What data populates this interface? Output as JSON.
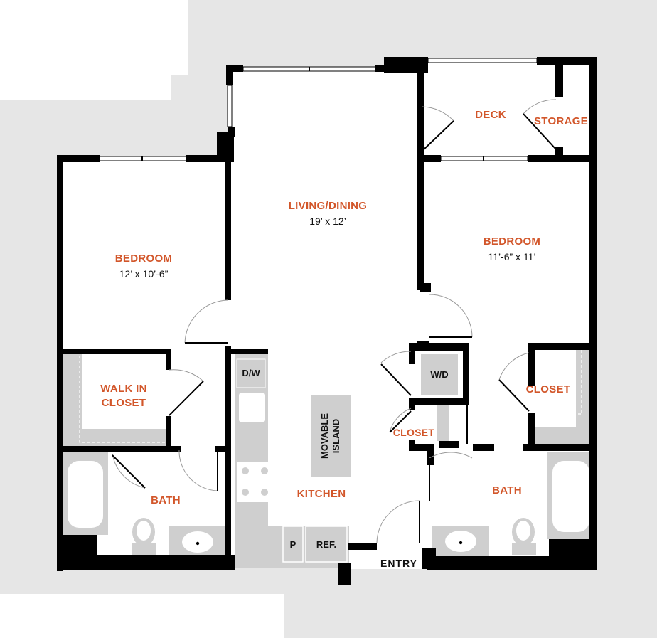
{
  "rooms": {
    "living": {
      "name": "LIVING/DINING",
      "size": "19’ x 12’"
    },
    "bedroom_left": {
      "name": "BEDROOM",
      "size": "12’ x 10’-6”"
    },
    "bedroom_right": {
      "name": "BEDROOM",
      "size": "11’-6” x 11’"
    },
    "deck": {
      "name": "DECK"
    },
    "storage": {
      "name": "STORAGE"
    },
    "walk_in_closet": {
      "line1": "WALK IN",
      "line2": "CLOSET"
    },
    "bath_left": {
      "name": "BATH"
    },
    "bath_right": {
      "name": "BATH"
    },
    "closet_right": {
      "name": "CLOSET"
    },
    "closet_hall": {
      "name": "CLOSET"
    },
    "kitchen": {
      "name": "KITCHEN"
    }
  },
  "fixtures": {
    "dishwasher": "D/W",
    "washer_dryer": "W/D",
    "pantry": "P",
    "refrigerator": "REF.",
    "island_line1": "MOVABLE",
    "island_line2": "ISLAND"
  },
  "entry": "ENTRY",
  "colors": {
    "label_accent": "#d2562a",
    "wall": "#000000",
    "fixture_gray": "#cfcfcf",
    "site_gray": "#e6e6e6"
  }
}
